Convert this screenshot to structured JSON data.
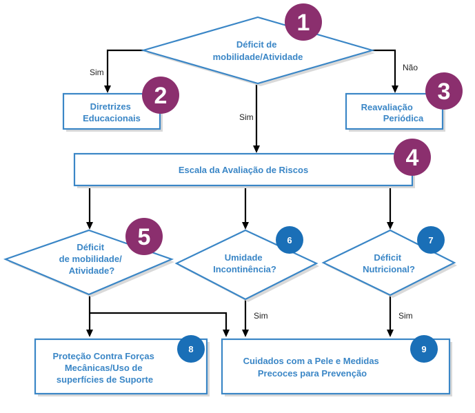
{
  "nodes": {
    "n1": {
      "lines": [
        "Déficit de",
        "mobilidade/Atividade"
      ],
      "badge": "1"
    },
    "n2": {
      "lines": [
        "Diretrizes",
        "Educacionais"
      ],
      "badge": "2"
    },
    "n3": {
      "lines": [
        "Reavaliação",
        "Periódica"
      ],
      "badge": "3"
    },
    "n4": {
      "lines": [
        "Escala da Avaliação de Riscos"
      ],
      "badge": "4"
    },
    "n5": {
      "lines": [
        "Déficit",
        "de mobilidade/",
        "Atividade?"
      ],
      "badge": "5"
    },
    "n6": {
      "lines": [
        "Umidade",
        "Incontinência?"
      ],
      "badge": "6"
    },
    "n7": {
      "lines": [
        "Déficit",
        "Nutricional?"
      ],
      "badge": "7"
    },
    "n8": {
      "lines": [
        "Proteção Contra Forças",
        "Mecânicas/Uso de",
        "superfícies de Suporte"
      ],
      "badge": "8"
    },
    "n9": {
      "lines": [
        "Cuidados com a Pele e Medidas",
        "Precoces para Prevenção"
      ],
      "badge": "9"
    }
  },
  "edge_labels": {
    "n1_to_n2": "Sim",
    "n1_to_n3": "Não",
    "n1_to_n4": "Sim",
    "n6_to_n9": "Sim",
    "n7_to_n9": "Sim"
  },
  "colors": {
    "node_stroke": "#3a86c6",
    "node_text": "#3a86c6",
    "badge_large": "#8b2f6e",
    "badge_small": "#1a6fb7",
    "arrow": "#000000",
    "shadow": "#d9d9d9"
  }
}
